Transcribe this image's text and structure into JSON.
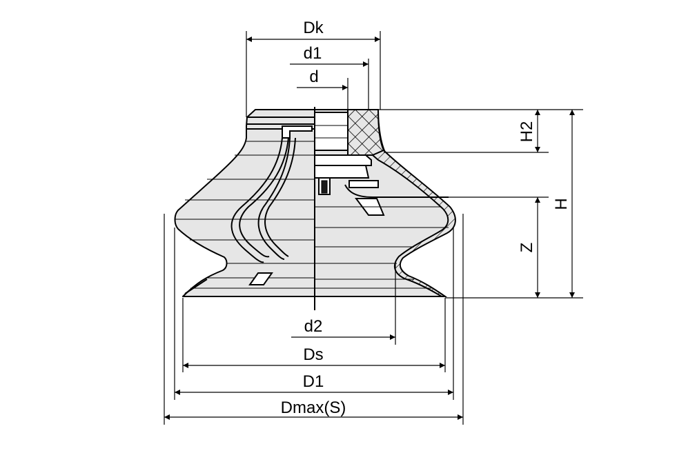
{
  "dimensions": {
    "Dk": "Dk",
    "d1": "d1",
    "d": "d",
    "H2": "H2",
    "H": "H",
    "Z": "Z",
    "d2": "d2",
    "Ds": "Ds",
    "D1": "D1",
    "Dmax": "Dmax(S)"
  },
  "colors": {
    "body_fill": "#e6e6e6",
    "line": "#000000",
    "background": "#ffffff"
  }
}
